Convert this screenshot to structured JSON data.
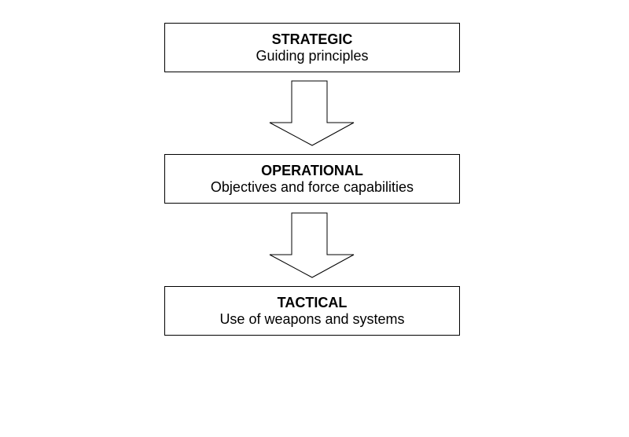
{
  "levels": [
    {
      "title": "STRATEGIC",
      "subtitle": "Guiding principles"
    },
    {
      "title": "OPERATIONAL",
      "subtitle": "Objectives and force capabilities"
    },
    {
      "title": "TACTICAL",
      "subtitle": "Use of weapons and systems"
    }
  ]
}
